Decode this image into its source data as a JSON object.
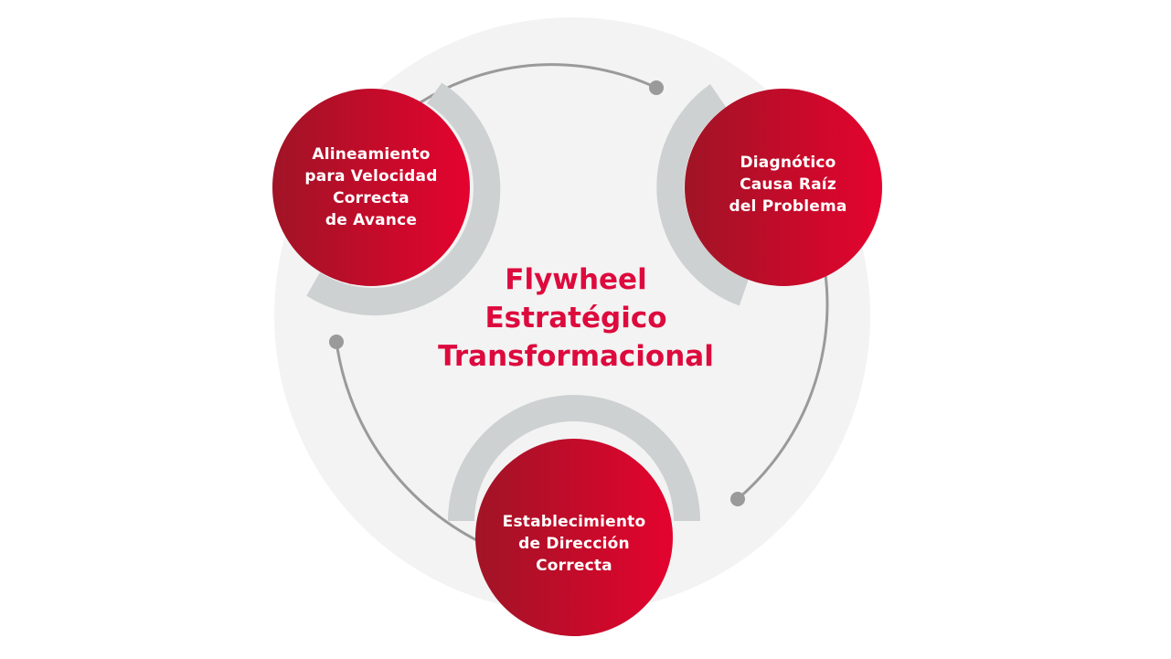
{
  "title": {
    "lines": [
      "Flywheel",
      "Estratégico",
      "Transformacional"
    ]
  },
  "nodes": [
    {
      "id": "alineamiento",
      "lines": [
        "Alineamiento",
        "para Velocidad",
        "Correcta",
        "de Avance"
      ]
    },
    {
      "id": "diagnostico",
      "lines": [
        "Diagnótico",
        "Causa Raíz",
        "del Problema"
      ]
    },
    {
      "id": "establecimiento",
      "lines": [
        "Establecimiento",
        "de Dirección",
        "Correcta"
      ]
    }
  ],
  "colors": {
    "background_disc": "#f3f3f3",
    "cycle_line": "#9a9a9a",
    "cycle_dot": "#9a9a9a",
    "node_shadow_arc": "#cdd1d1",
    "node_gradient_dark": "#a01426",
    "node_gradient_light": "#e4032e",
    "title_color": "#dd0a3d",
    "label_color": "#ffffff"
  },
  "icons": {
    "cycle_endpoint": "dot"
  }
}
